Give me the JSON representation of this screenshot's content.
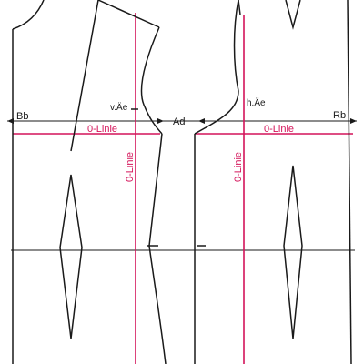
{
  "colors": {
    "outline": "#1a1a1a",
    "zero_line": "#d4145a",
    "guide": "#1a1a1a"
  },
  "labels": {
    "bb": "Bb",
    "ad": "Ad",
    "rb": "Rb",
    "front_armhole_mark": "v.Äe",
    "back_armhole_mark": "h.Äe",
    "zero_line_front_horizontal": "0-Linie",
    "zero_line_back_horizontal": "0-Linie",
    "zero_line_front_vertical": "0-Linie",
    "zero_line_back_vertical": "0-Linie"
  }
}
